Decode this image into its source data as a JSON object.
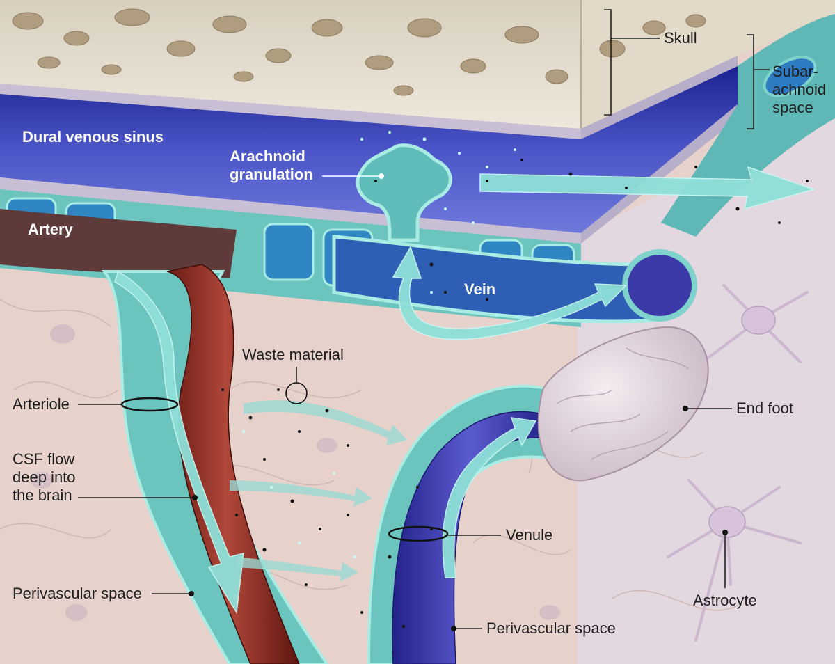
{
  "labels": {
    "skull": "Skull",
    "subarachnoid": "Subar-\nachnoid\nspace",
    "dural_sinus": "Dural venous sinus",
    "arachnoid_granulation": "Arachnoid\ngranulation",
    "artery": "Artery",
    "vein": "Vein",
    "waste_material": "Waste material",
    "arteriole": "Arteriole",
    "csf_flow": "CSF flow\ndeep into\nthe brain",
    "end_foot": "End foot",
    "venule": "Venule",
    "perivascular_left": "Perivascular space",
    "perivascular_right": "Perivascular space",
    "astrocyte": "Astrocyte"
  },
  "colors": {
    "bone": "#e9e1d3",
    "sinus": "#2c32a8",
    "csf": "#7fd3cc",
    "artery": "#8c2a22",
    "venule": "#3d3db0",
    "tissue": "#e8d3cc"
  }
}
